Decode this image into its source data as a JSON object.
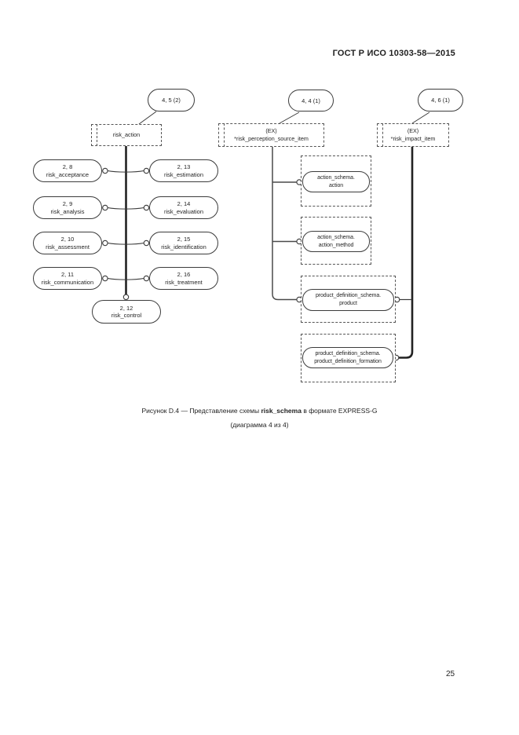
{
  "page": {
    "header": "ГОСТ Р ИСО 10303-58—2015",
    "page_number": "25"
  },
  "caption": {
    "figure_prefix": "Рисунок D.4 — Представление схемы ",
    "figure_bold": "risk_schema",
    "figure_suffix": " в формате EXPRESS-G",
    "subline": "(диаграмма 4 из 4)"
  },
  "diagram": {
    "notation": "EXPRESS-G",
    "page_refs": [
      {
        "label": "4, 5 (2)"
      },
      {
        "label": "4, 4 (1)"
      },
      {
        "label": "4, 6 (1)"
      }
    ],
    "external_refs": [
      {
        "name": "risk_action"
      },
      {
        "tag": "(EX)",
        "name": "*risk_perception_source_item"
      },
      {
        "tag": "(EX)",
        "name": "*risk_impact_item"
      }
    ],
    "entities": [
      {
        "num": "2, 8",
        "name": "risk_acceptance"
      },
      {
        "num": "2, 9",
        "name": "risk_analysis"
      },
      {
        "num": "2, 10",
        "name": "risk_assessment"
      },
      {
        "num": "2, 11",
        "name": "risk_communication"
      },
      {
        "num": "2, 13",
        "name": "risk_estimation"
      },
      {
        "num": "2, 14",
        "name": "risk_evaluation"
      },
      {
        "num": "2, 15",
        "name": "risk_identification"
      },
      {
        "num": "2, 16",
        "name": "risk_treatment"
      },
      {
        "num": "2, 12",
        "name": "risk_control"
      }
    ],
    "schema_refs": [
      {
        "schema": "action_schema.",
        "item": "action"
      },
      {
        "schema": "action_schema.",
        "item": "action_method"
      },
      {
        "schema": "product_definition_schema.",
        "item": "product"
      },
      {
        "schema": "product_definition_schema.",
        "item": "product_definition_formation"
      }
    ]
  }
}
